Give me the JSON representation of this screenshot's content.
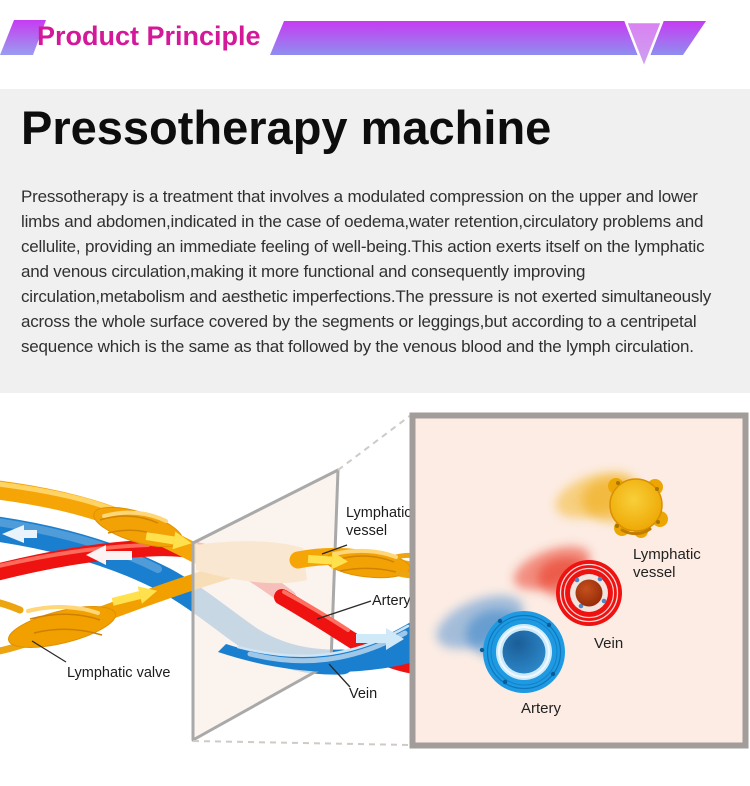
{
  "header": {
    "title": "Product Principle",
    "accent_text_color": "#d4189a",
    "bar_gradient_top": "#c73bf2",
    "bar_gradient_bottom": "#8f8ef0"
  },
  "main": {
    "heading": "Pressotherapy machine",
    "paragraph": "Pressotherapy is a treatment that involves a modulated compression on the upper and lower limbs and abdomen,indicated in the case of oedema,water retention,circulatory problems and cellulite, providing an immediate feeling of well-being.This action exerts itself on the lymphatic and venous circulation,making it more functional and consequently improving circulation,metabolism and aesthetic imperfections.The pressure is not exerted simultaneously across the whole surface covered by the segments or leggings,but according to a centripetal sequence which is the same as that followed by the venous blood and the lymph circulation."
  },
  "diagram": {
    "labels": {
      "lymphatic_vessel_line1": "Lymphatic",
      "lymphatic_vessel_line2": "vessel",
      "artery": "Artery",
      "vein": "Vein",
      "lymphatic_valve": "Lymphatic valve"
    },
    "inset": {
      "lymphatic_vessel_line1": "Lymphatic",
      "lymphatic_vessel_line2": "vessel",
      "vein": "Vein",
      "artery": "Artery"
    },
    "colors": {
      "lymph_orange": "#f5a506",
      "artery_red": "#ee1211",
      "vein_blue": "#1b7fd0",
      "panel_fill": "#fcece4",
      "panel_border": "#a29d9b"
    }
  }
}
